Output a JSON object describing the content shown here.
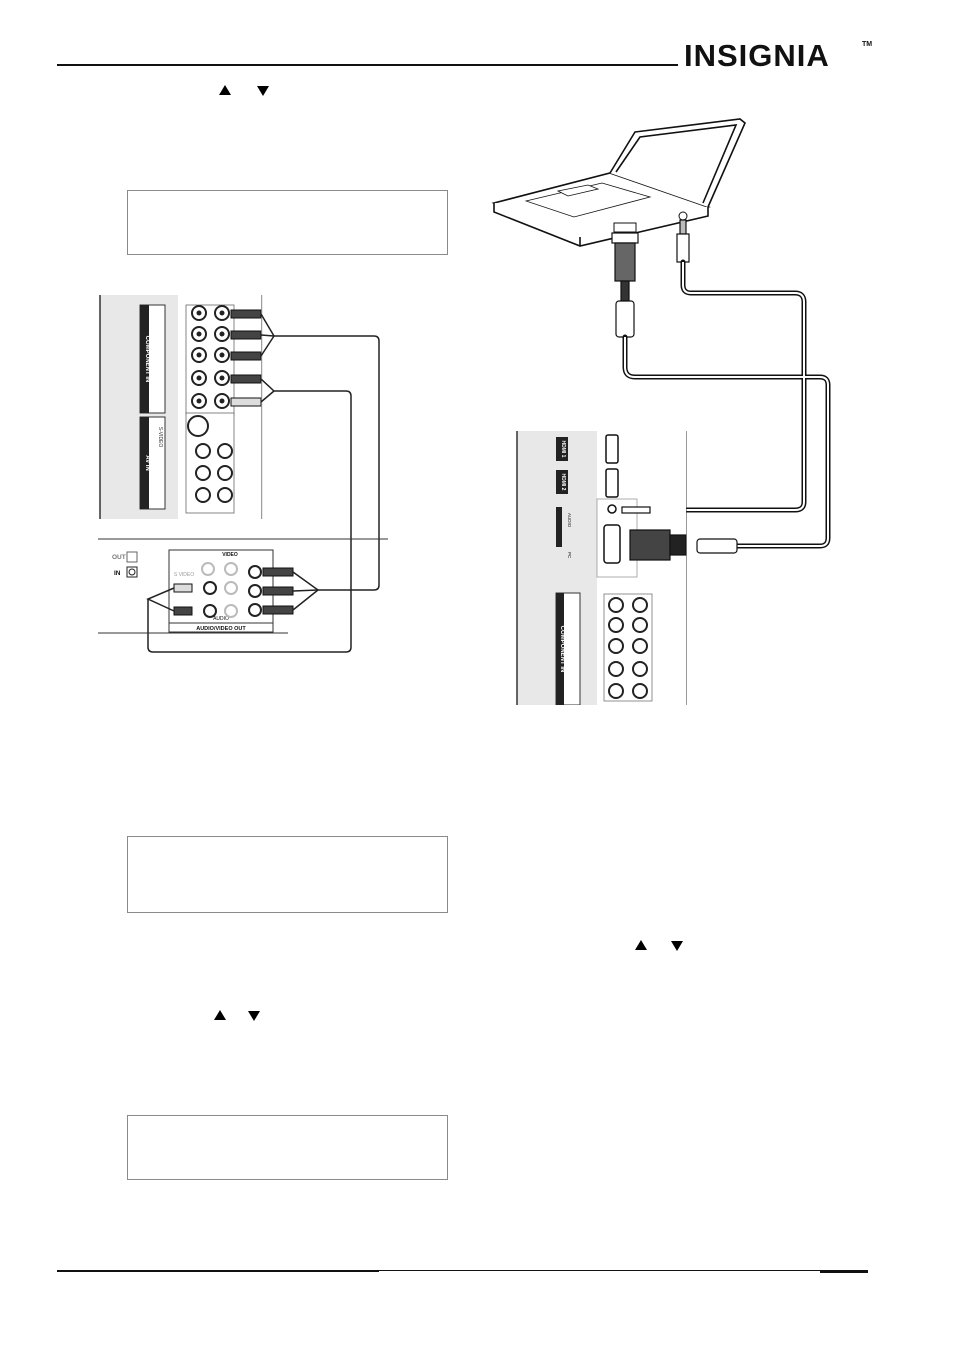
{
  "header": {
    "brand": "INSIGNIA",
    "trademark": "TM"
  },
  "left_diagram": {
    "panel_labels": {
      "component_in": "COMPONENT IN",
      "s_video": "S-VIDEO",
      "av_in": "AV IN"
    },
    "device_labels": {
      "out": "OUT",
      "in": "IN",
      "video": "VIDEO",
      "s_video": "S VIDEO",
      "audio": "AUDIO",
      "audio_video_out": "AUDIO/VIDEO OUT"
    }
  },
  "right_diagram": {
    "panel_labels": {
      "hdmi1": "HDMI 1",
      "hdmi2": "HDMI 2",
      "audio": "AUDIO",
      "pc": "PC",
      "component_in": "COMPONENT IN"
    }
  },
  "icons": [
    "up-arrow-icon",
    "down-arrow-icon"
  ]
}
